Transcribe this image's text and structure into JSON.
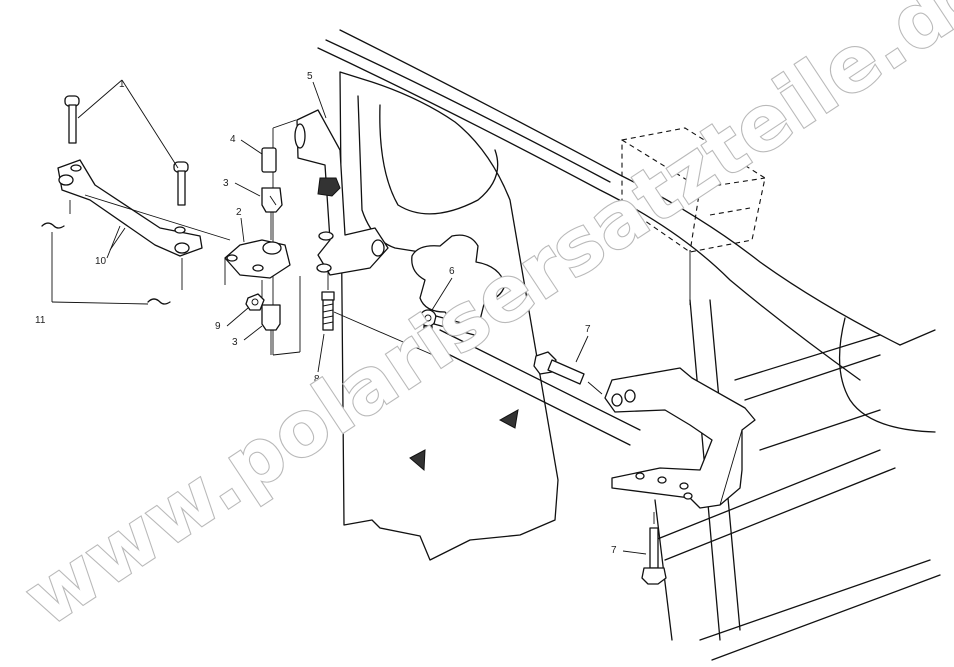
{
  "callouts": [
    {
      "id": "1",
      "label": "1"
    },
    {
      "id": "2",
      "label": "2"
    },
    {
      "id": "3a",
      "label": "3"
    },
    {
      "id": "3b",
      "label": "3"
    },
    {
      "id": "4",
      "label": "4"
    },
    {
      "id": "5",
      "label": "5"
    },
    {
      "id": "6",
      "label": "6"
    },
    {
      "id": "7a",
      "label": "7"
    },
    {
      "id": "7b",
      "label": "7"
    },
    {
      "id": "8",
      "label": "8"
    },
    {
      "id": "9",
      "label": "9"
    },
    {
      "id": "10",
      "label": "10"
    },
    {
      "id": "11",
      "label": "11"
    }
  ],
  "watermark": {
    "text": "www.polarisersatzteile.de",
    "color": "#b9b9b9"
  },
  "colors": {
    "line": "#111111",
    "background": "#ffffff"
  }
}
